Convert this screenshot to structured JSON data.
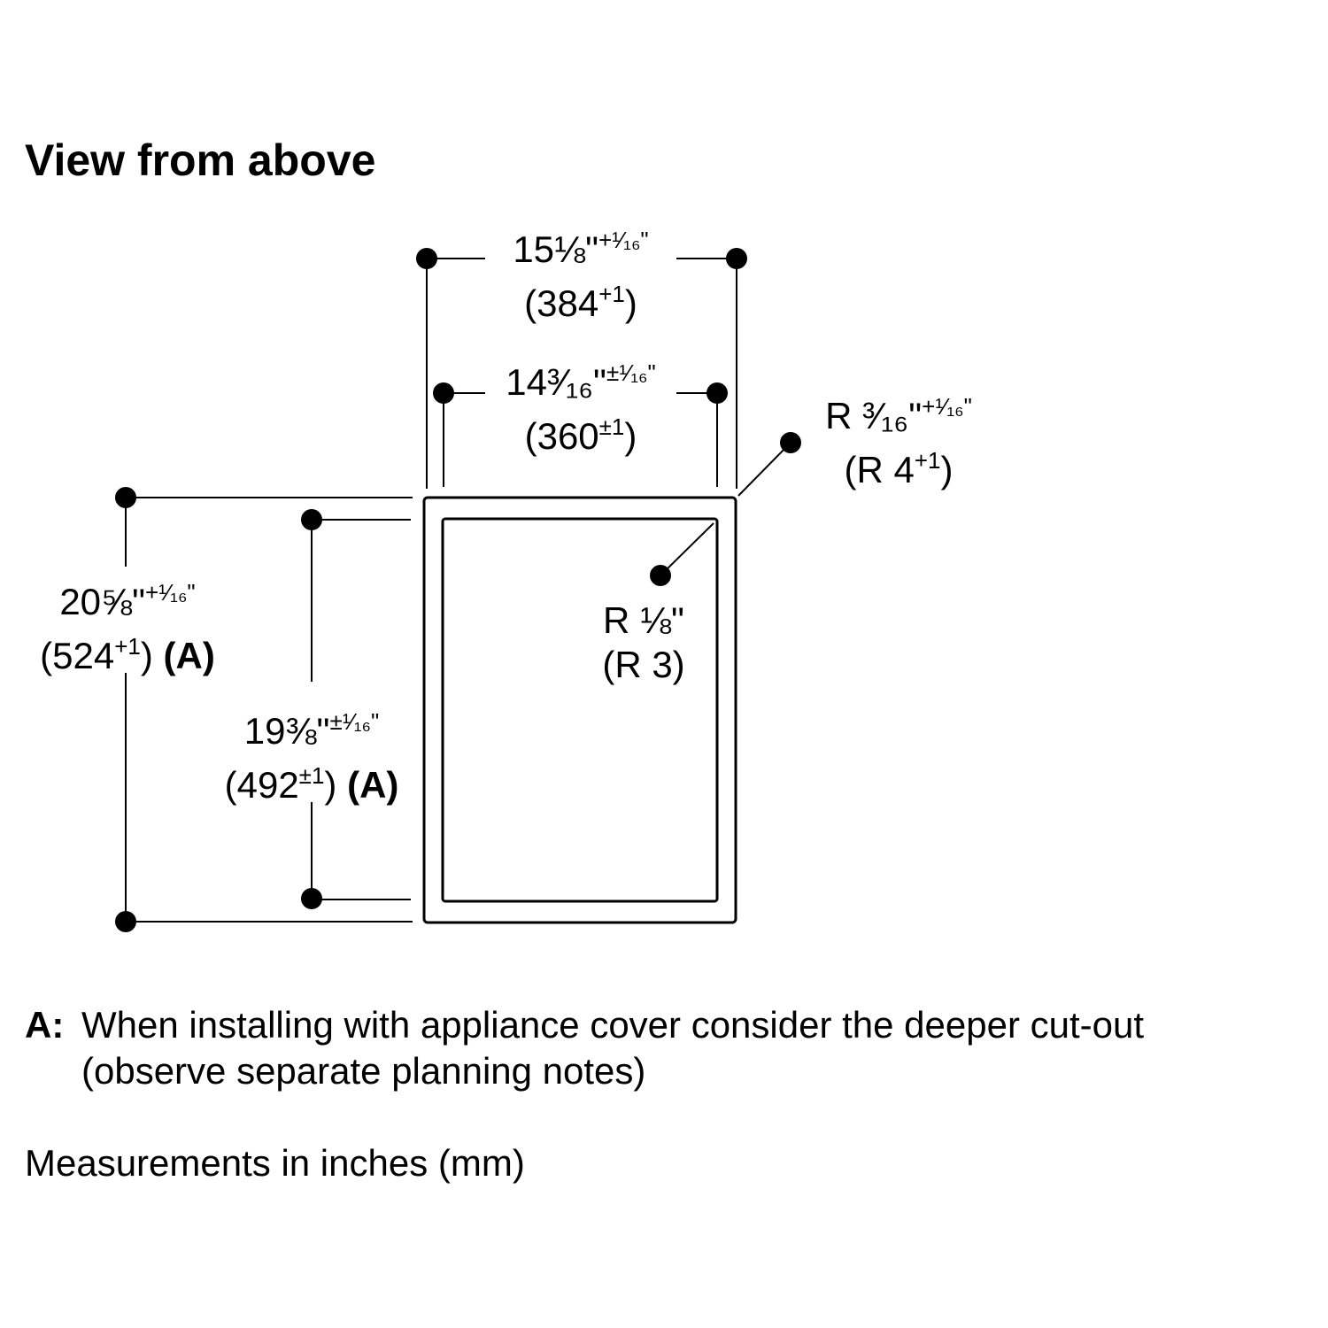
{
  "title": "View from above",
  "dimensions": {
    "outer_width": {
      "inch_main": "15⅛\"",
      "inch_tol": "+¹⁄₁₆\"",
      "mm_main": "(384",
      "mm_tol": "+1",
      "mm_close": ")"
    },
    "inner_width": {
      "inch_main": "14³⁄₁₆\"",
      "inch_tol": "±¹⁄₁₆\"",
      "mm_main": "(360",
      "mm_tol": "±1",
      "mm_close": ")"
    },
    "outer_radius": {
      "inch_main": "R ³⁄₁₆\"",
      "inch_tol": "+¹⁄₁₆\"",
      "mm_main": "(R 4",
      "mm_tol": "+1",
      "mm_close": ")"
    },
    "outer_depth": {
      "inch_main": "20⅝\"",
      "inch_tol": "+¹⁄₁₆\"",
      "mm_main": "(524",
      "mm_tol": "+1",
      "mm_close": ")",
      "note_ref": "(A)"
    },
    "inner_depth": {
      "inch_main": "19⅜\"",
      "inch_tol": "±¹⁄₁₆\"",
      "mm_main": "(492",
      "mm_tol": "±1",
      "mm_close": ")",
      "note_ref": "(A)"
    },
    "inner_radius": {
      "inch_main": "R ⅛\"",
      "mm_main": "(R 3)"
    }
  },
  "notes": [
    {
      "key": "A",
      "sep": ":",
      "line1": "When installing with appliance cover consider the deeper cut-out",
      "line2": "(observe separate planning notes)"
    }
  ],
  "units_note": "Measurements in inches (mm)"
}
